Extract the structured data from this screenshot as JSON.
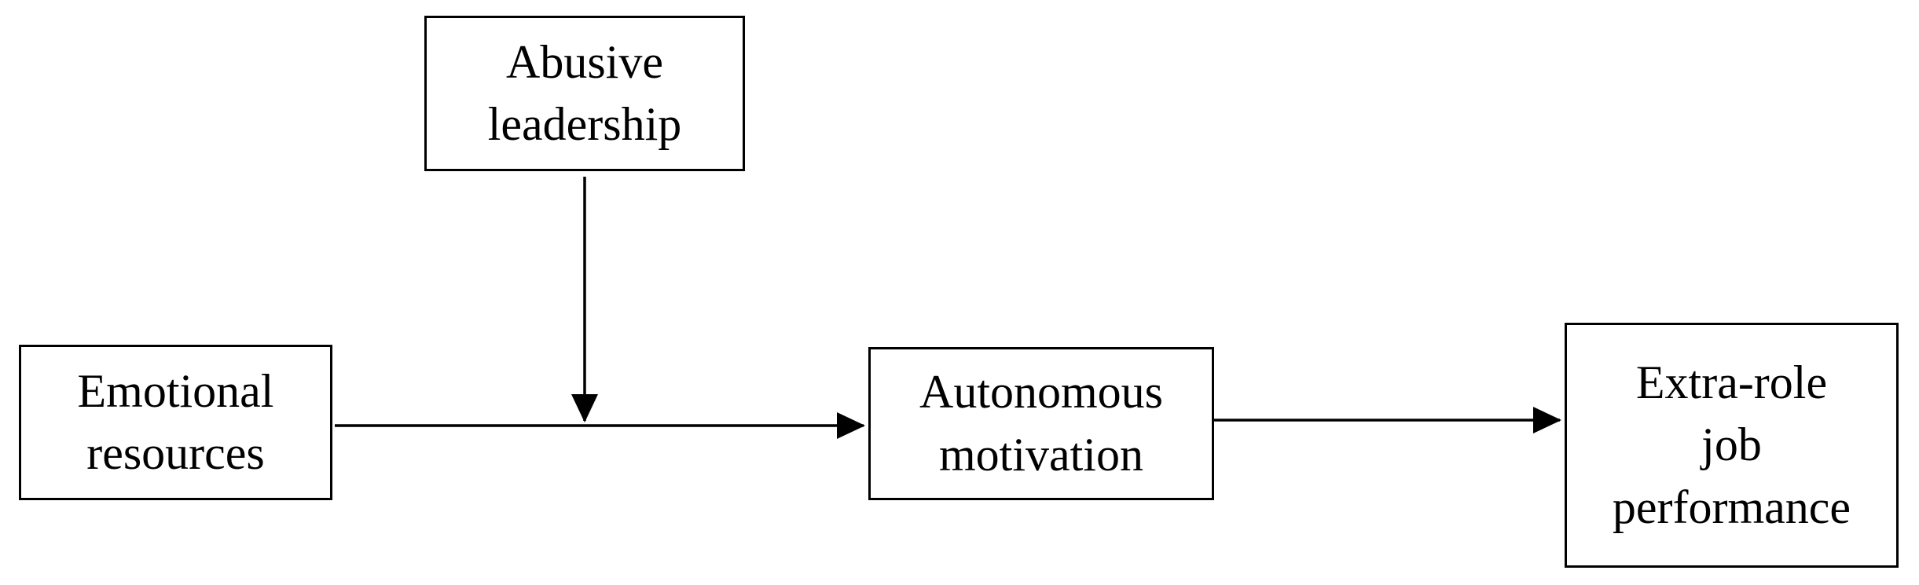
{
  "diagram": {
    "background_color": "#ffffff",
    "box_border_color": "#000000",
    "box_fill_color": "#ffffff",
    "text_color": "#000000",
    "arrow_color": "#000000",
    "nodes": {
      "abusive_leadership": {
        "label": "Abusive leadership",
        "lines": [
          "Abusive",
          "leadership"
        ]
      },
      "emotional_resources": {
        "label": "Emotional resources",
        "lines": [
          "Emotional",
          "resources"
        ]
      },
      "autonomous_motivation": {
        "label": "Autonomous motivation",
        "lines": [
          "Autonomous",
          "motivation"
        ]
      },
      "extra_role_job_performance": {
        "label": "Extra-role job performance",
        "lines": [
          "Extra-role",
          "job",
          "performance"
        ]
      }
    },
    "edges": [
      {
        "from": "Emotional resources",
        "to": "Autonomous motivation",
        "style": "straight-arrow"
      },
      {
        "from": "Abusive leadership",
        "to": "arrow between Emotional resources and Autonomous motivation",
        "style": "moderation-arrow"
      },
      {
        "from": "Autonomous motivation",
        "to": "Extra-role job performance",
        "style": "straight-arrow"
      }
    ]
  }
}
